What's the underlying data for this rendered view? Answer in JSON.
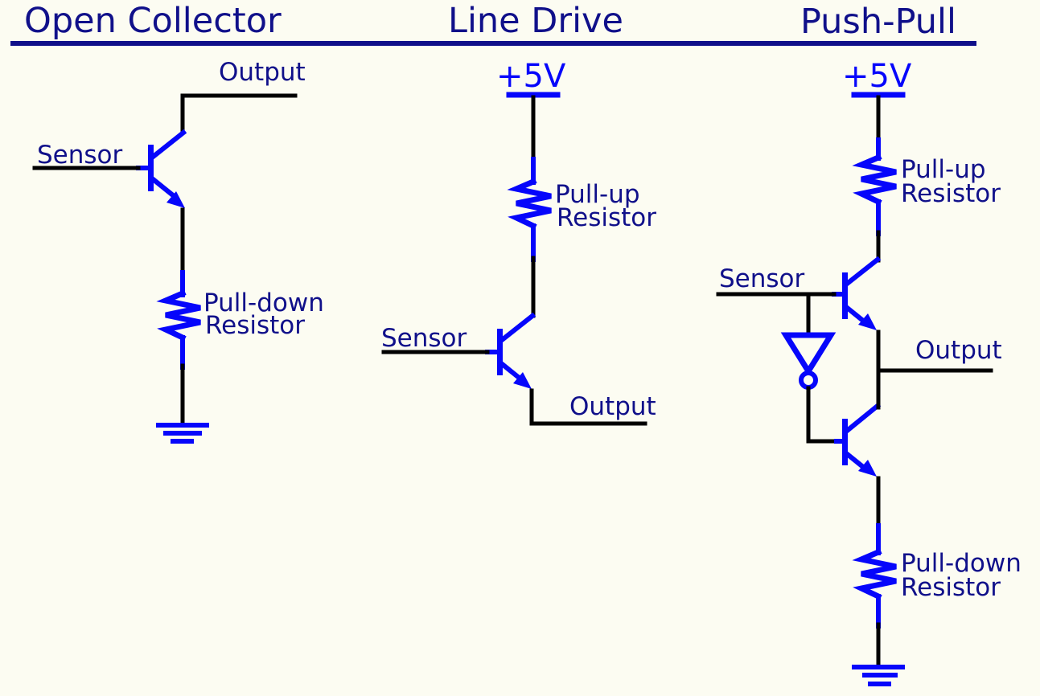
{
  "colors": {
    "background": "#FCFCF2",
    "navy": "#10108A",
    "blue": "#0606FB",
    "black": "#000000"
  },
  "panels": {
    "open_collector": {
      "title": "Open Collector",
      "sensor_label": "Sensor",
      "output_label": "Output",
      "resistor_label_line1": "Pull-down",
      "resistor_label_line2": "Resistor"
    },
    "line_drive": {
      "title": "Line Drive",
      "supply_label": "+5V",
      "sensor_label": "Sensor",
      "output_label": "Output",
      "resistor_label_line1": "Pull-up",
      "resistor_label_line2": "Resistor"
    },
    "push_pull": {
      "title": "Push-Pull",
      "supply_label": "+5V",
      "sensor_label": "Sensor",
      "output_label": "Output",
      "pullup_label_line1": "Pull-up",
      "pullup_label_line2": "Resistor",
      "pulldown_label_line1": "Pull-down",
      "pulldown_label_line2": "Resistor"
    }
  }
}
